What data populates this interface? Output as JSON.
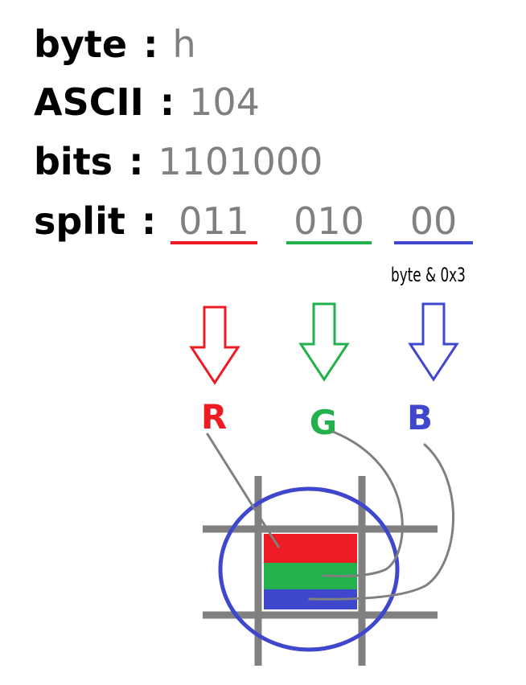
{
  "rows": {
    "byte": {
      "label": "byte",
      "sep": ":",
      "value": "h"
    },
    "ascii": {
      "label": "ASCII",
      "sep": ":",
      "value": "104"
    },
    "bits": {
      "label": "bits",
      "sep": ":",
      "value": "1101000"
    },
    "split": {
      "label": "split",
      "sep": ":"
    }
  },
  "split_parts": [
    {
      "value": "011",
      "color": "#ed1c24"
    },
    {
      "value": "010",
      "color": "#22b14c"
    },
    {
      "value": "00",
      "color": "#3f48cc"
    }
  ],
  "blue_note": "byte & 0x3",
  "channels": [
    {
      "letter": "R",
      "color": "#ed1c24"
    },
    {
      "letter": "G",
      "color": "#22b14c"
    },
    {
      "letter": "B",
      "color": "#3f48cc"
    }
  ],
  "colors": {
    "label": "#000000",
    "value": "#808080",
    "grid": "#808080",
    "circle": "#3f48cc"
  }
}
